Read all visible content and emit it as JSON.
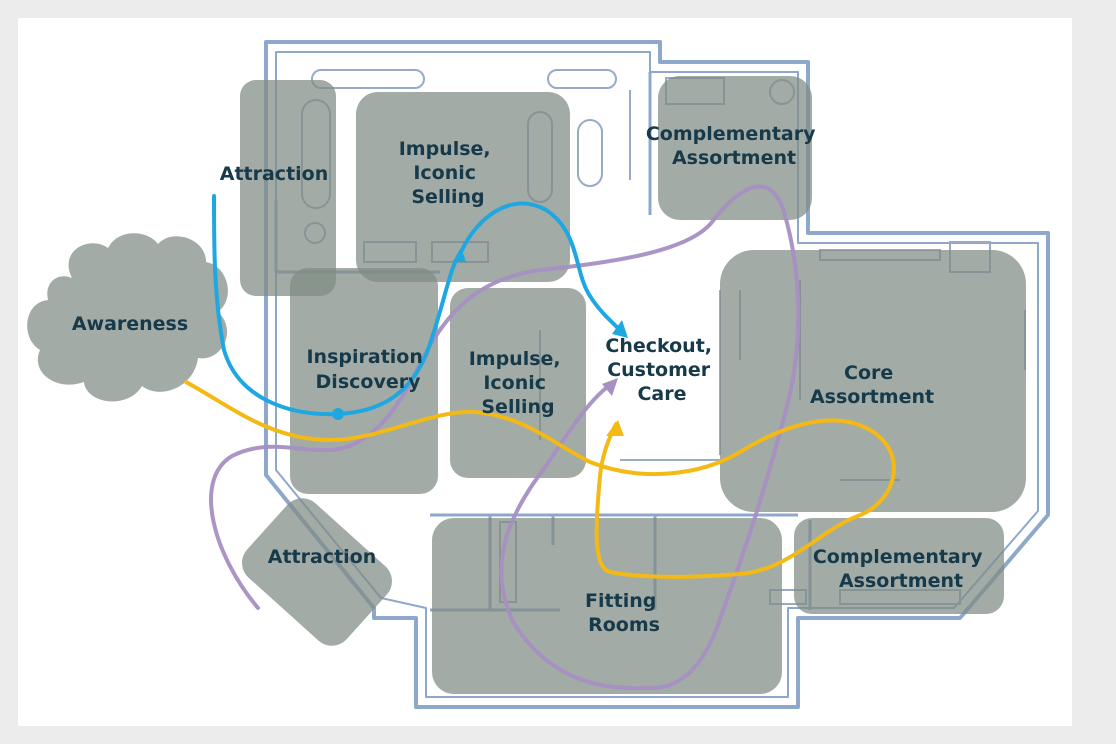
{
  "diagram": {
    "zones": [
      {
        "id": "awareness",
        "lines": [
          "Awareness"
        ]
      },
      {
        "id": "attraction-top",
        "lines": [
          "Attraction"
        ]
      },
      {
        "id": "impulse-top",
        "lines": [
          "Impulse,",
          "Iconic",
          "Selling"
        ]
      },
      {
        "id": "complementary-top",
        "lines": [
          "Complementary",
          "Assortment"
        ]
      },
      {
        "id": "inspiration",
        "lines": [
          "Inspiration",
          "Discovery"
        ]
      },
      {
        "id": "impulse-mid",
        "lines": [
          "Impulse,",
          "Iconic",
          "Selling"
        ]
      },
      {
        "id": "checkout",
        "lines": [
          "Checkout,",
          "Customer",
          "Care"
        ]
      },
      {
        "id": "core",
        "lines": [
          "Core",
          "Assortment"
        ]
      },
      {
        "id": "attraction-bottom",
        "lines": [
          "Attraction"
        ]
      },
      {
        "id": "fitting",
        "lines": [
          "Fitting",
          "Rooms"
        ]
      },
      {
        "id": "complementary-bottom",
        "lines": [
          "Complementary",
          "Assortment"
        ]
      }
    ],
    "paths": [
      {
        "id": "blue-path",
        "color": "#1ea7e1"
      },
      {
        "id": "yellow-path",
        "color": "#f3b914"
      },
      {
        "id": "purple-path",
        "color": "#a78fc2"
      }
    ],
    "colors": {
      "zone_fill": "#7f8b84",
      "wall": "#8ea8cc",
      "fixture": "#97abc6",
      "label": "#163a4a",
      "panel": "#ffffff"
    }
  }
}
